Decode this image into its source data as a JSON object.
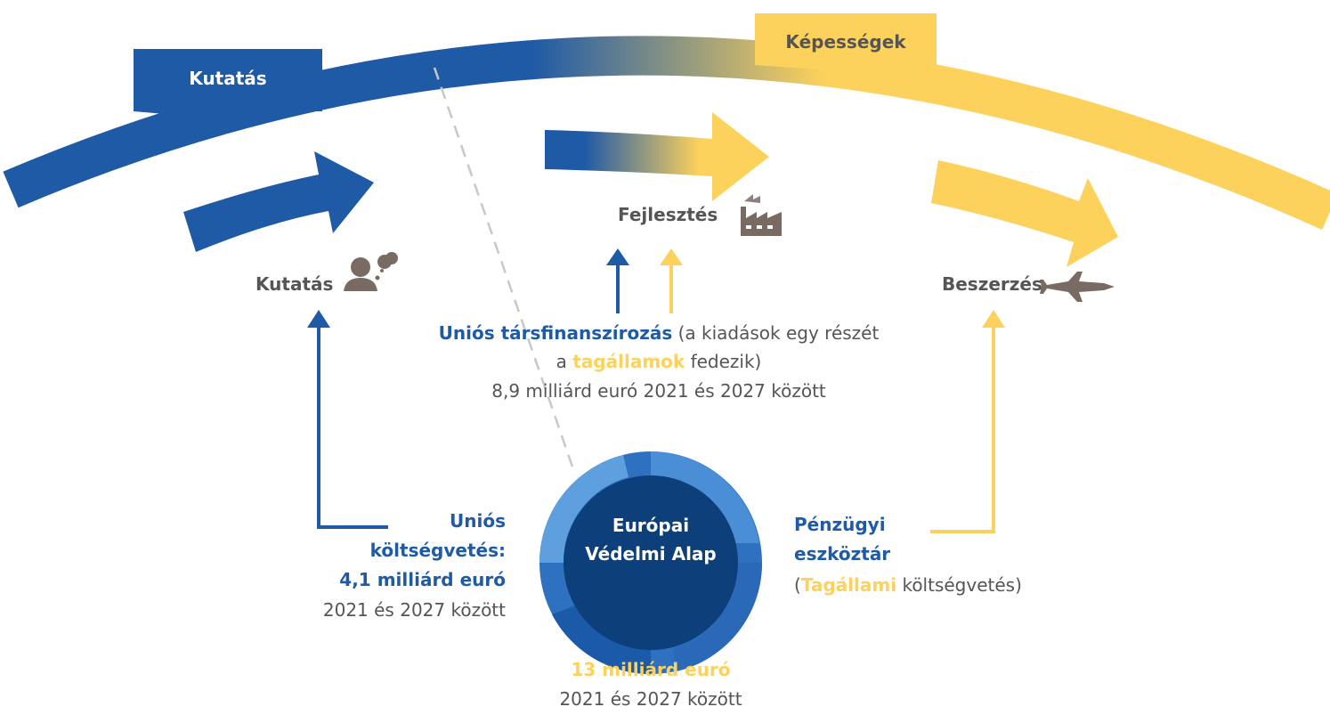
{
  "banners": {
    "left": "Kutatás",
    "right": "Képességek"
  },
  "stages": {
    "research": "Kutatás",
    "development": "Fejlesztés",
    "procurement": "Beszerzés"
  },
  "icons": {
    "research": "thinking-person-icon",
    "development": "factory-icon",
    "procurement": "fighter-jet-icon"
  },
  "cofinancing": {
    "bold_blue": "Uniós társfinanszírozás",
    "rest_line1": " (a kiadások egy részét",
    "line2_prefix": "a ",
    "bold_yellow": "tagállamok",
    "line2_suffix": " fedezik)",
    "line3": "8,9 milliárd euró 2021 és 2027 között"
  },
  "budget": {
    "line1": "Uniós",
    "line2": "költségvetés:",
    "line3": "4,1 milliárd euró",
    "line4": "2021 és 2027 között"
  },
  "toolbox": {
    "line1": "Pénzügyi",
    "line2": "eszköztár",
    "paren_open": "(",
    "bold_yellow": "Tagállami",
    "rest": " költségvetés)"
  },
  "fund": {
    "line1": "Európai",
    "line2": "Védelmi Alap"
  },
  "total": {
    "amount": "13 milliárd euró",
    "period": "2021 és 2027 között"
  },
  "colors": {
    "blue": "#1f5aa6",
    "dark_blue": "#0d3f7a",
    "yellow": "#fdd25c",
    "grey": "#5a5a5a",
    "dashed": "#c8c8c8"
  }
}
